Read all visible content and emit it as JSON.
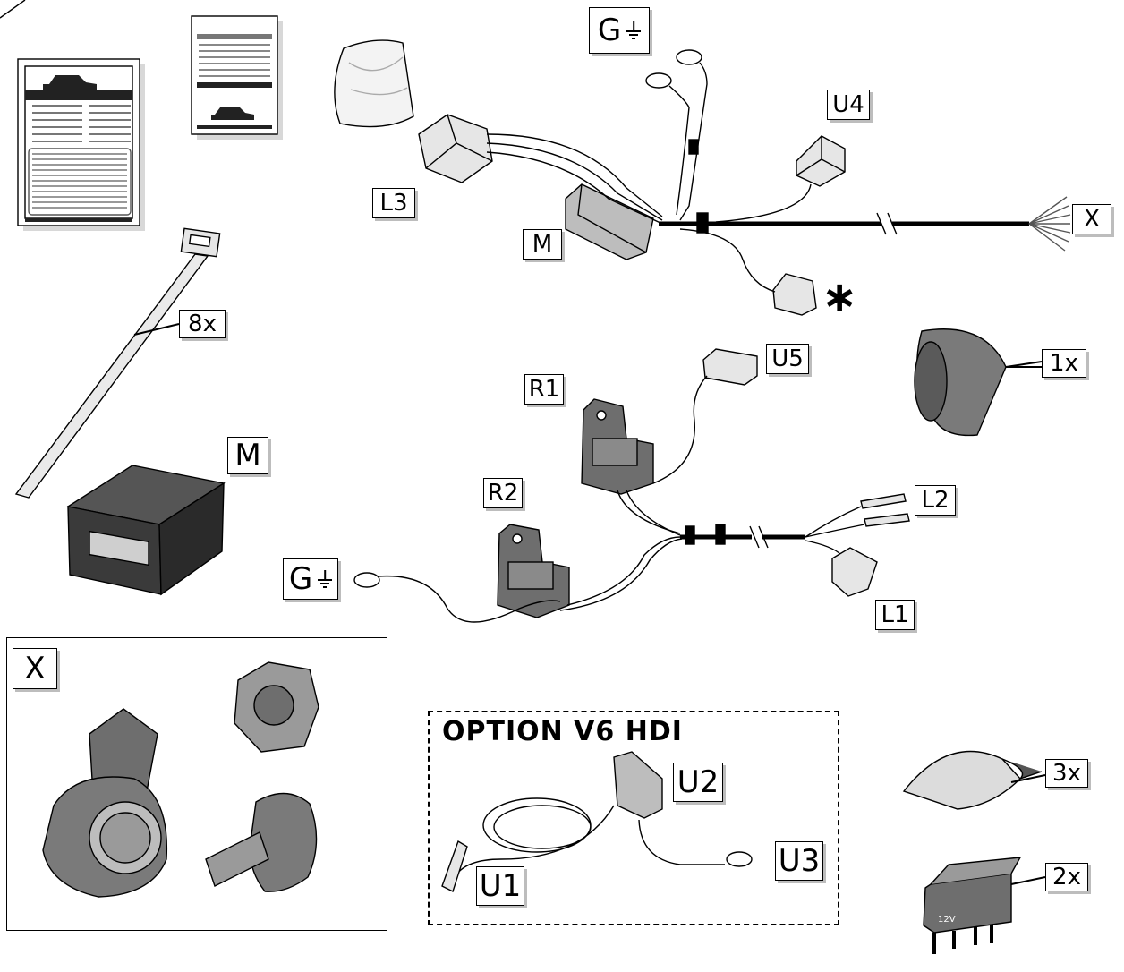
{
  "labels": {
    "g_top": "G",
    "u4": "U4",
    "l3": "L3",
    "m_connector": "M",
    "x_harness": "X",
    "asterisk": "∗",
    "ties_qty": "8x",
    "u5": "U5",
    "r1": "R1",
    "grommet_qty": "1x",
    "m_module": "M",
    "r2": "R2",
    "l2": "L2",
    "g_bottom": "G",
    "l1": "L1",
    "x_box": "X",
    "u2": "U2",
    "u3": "U3",
    "u1": "U1",
    "pads_qty": "3x",
    "relay_qty": "2x"
  },
  "option_box": {
    "title": "OPTION V6 HDI"
  },
  "relay_marking": "12V",
  "colors": {
    "line": "#000000",
    "part_fill": "#e6e6e6",
    "part_dark": "#6e6e6e",
    "label_shadow": "#bdbdbd"
  }
}
